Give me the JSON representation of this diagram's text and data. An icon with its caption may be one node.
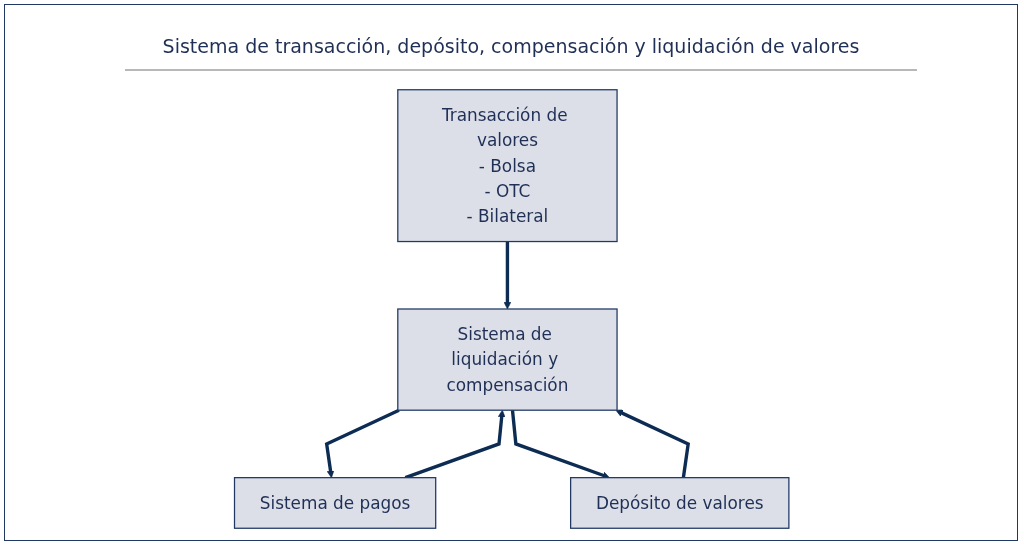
{
  "diagram": {
    "title": "Sistema de transacción, depósito, compensación y liquidación de valores",
    "nodes": [
      {
        "text": [
          "Transacción de valores",
          "- Bolsa",
          "- OTC",
          "- Bilateral"
        ]
      },
      {
        "text": [
          "Sistema de liquidación y compensación"
        ]
      },
      {
        "text": [
          "Sistema de pagos"
        ]
      },
      {
        "text": [
          "Depósito de valores"
        ]
      }
    ],
    "edges": [
      {
        "from": 0,
        "to": 1,
        "arrow": "to"
      },
      {
        "from": 2,
        "to": 1,
        "arrow": "to"
      },
      {
        "from": 1,
        "to": 2,
        "arrow": "to"
      },
      {
        "from": 1,
        "to": 3,
        "arrow": "to"
      },
      {
        "from": 3,
        "to": 1,
        "arrow": "to"
      }
    ]
  }
}
